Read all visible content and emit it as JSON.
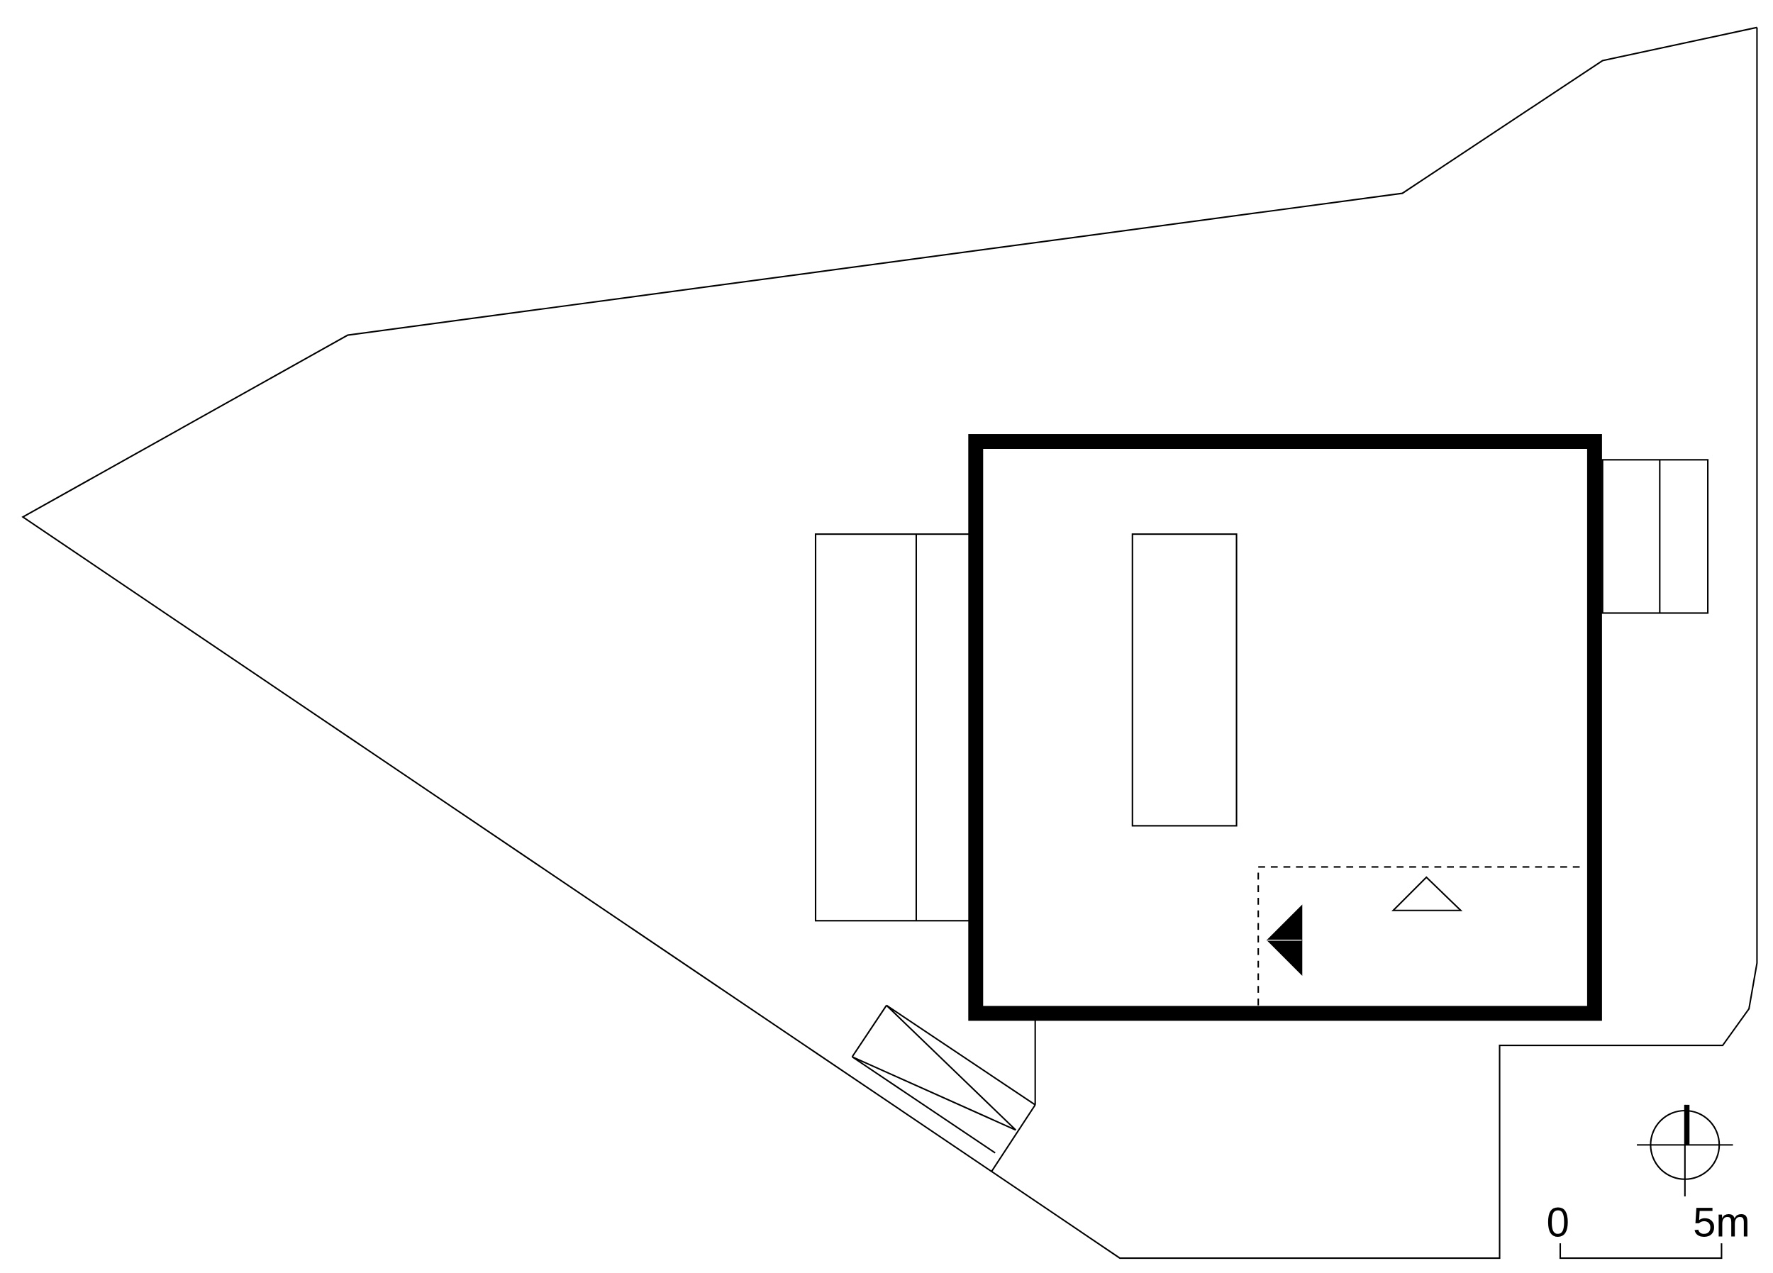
{
  "drawing": {
    "type": "site-plan",
    "line_color": "#000000",
    "background": "#ffffff"
  },
  "scale_bar": {
    "start_label": "0",
    "end_label": "5m"
  },
  "north_arrow": {
    "icon": "north-arrow-icon"
  },
  "entrance_marker": {
    "icon": "entrance-arrow-icon"
  },
  "level_marker": {
    "icon": "level-triangle-icon"
  }
}
